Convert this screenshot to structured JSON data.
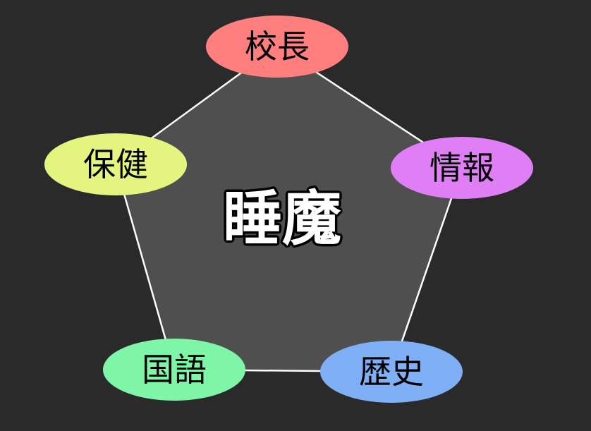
{
  "center": {
    "label": "睡魔",
    "fill": "#4f4f4f",
    "edge_color": "#ffffff"
  },
  "nodes": [
    {
      "id": "kocho",
      "label": "校長",
      "color": "#ff7f7f"
    },
    {
      "id": "joho",
      "label": "情報",
      "color": "#e07ff5"
    },
    {
      "id": "rekishi",
      "label": "歴史",
      "color": "#7fb0f5"
    },
    {
      "id": "kokugo",
      "label": "国語",
      "color": "#7ff5a8"
    },
    {
      "id": "hoken",
      "label": "保健",
      "color": "#e4f57f"
    }
  ]
}
